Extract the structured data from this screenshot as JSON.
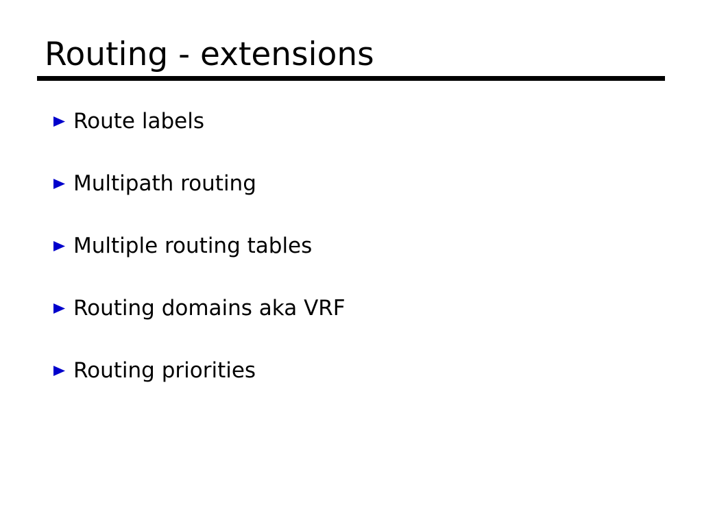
{
  "slide": {
    "title": "Routing - extensions",
    "bullet_marker_icon": "triangle-right-icon",
    "colors": {
      "background": "#ffffff",
      "text": "#000000",
      "rule": "#000000",
      "bullet_marker": "#0000cc"
    },
    "bullets": [
      {
        "label": "Route labels"
      },
      {
        "label": "Multipath routing"
      },
      {
        "label": "Multiple routing tables"
      },
      {
        "label": "Routing domains aka VRF"
      },
      {
        "label": "Routing priorities"
      }
    ]
  }
}
